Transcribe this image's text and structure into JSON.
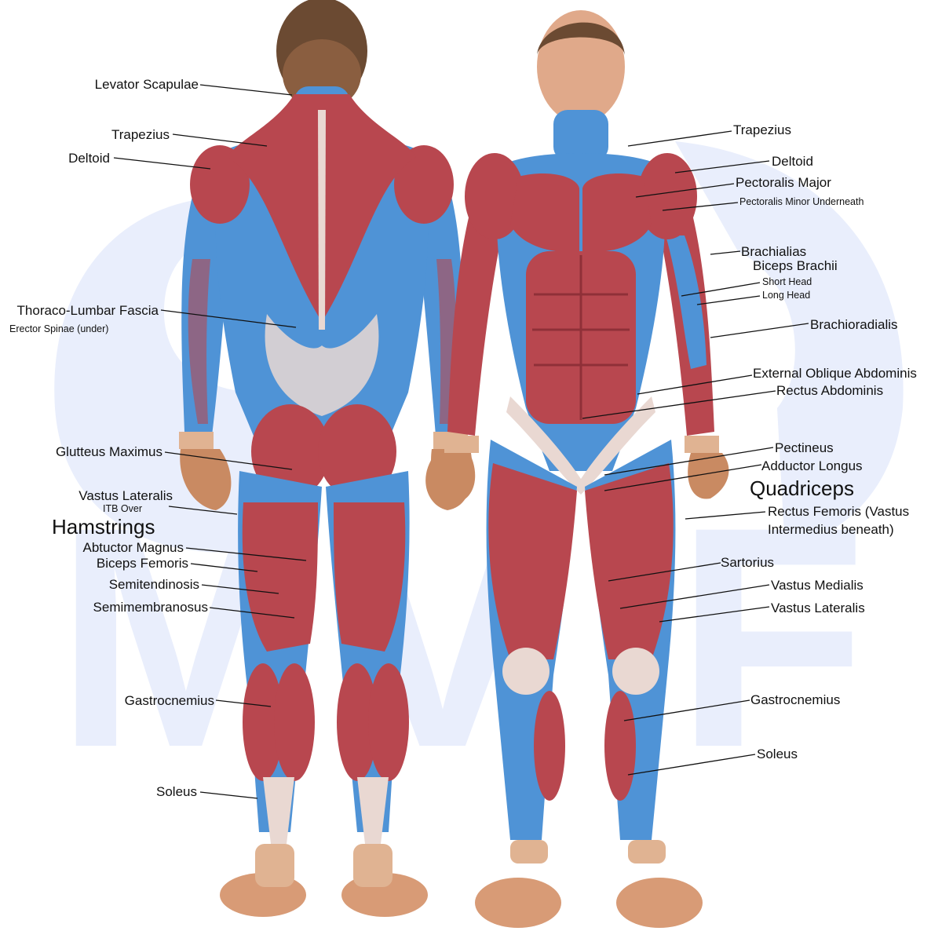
{
  "posterior_labels": {
    "levator_scapulae": "Levator Scapulae",
    "trapezius": "Trapezius",
    "deltoid": "Deltoid",
    "thoraco_lumbar_fascia": "Thoraco-Lumbar Fascia",
    "erector_spinae": "Erector Spinae (under)",
    "glutteus_maximus": "Glutteus Maximus",
    "vastus_lateralis": "Vastus Lateralis",
    "itb_over": "ITB Over",
    "hamstrings_group": "Hamstrings",
    "abtuctor_magnus": "Abtuctor Magnus",
    "biceps_femoris": "Biceps Femoris",
    "semitendinosis": "Semitendinosis",
    "semimembranosus": "Semimembranosus",
    "gastrocnemius": "Gastrocnemius",
    "soleus": "Soleus"
  },
  "anterior_labels": {
    "trapezius": "Trapezius",
    "deltoid": "Deltoid",
    "pectoralis_major": "Pectoralis Major",
    "pectoralis_minor": "Pectoralis Minor Underneath",
    "brachialias": "Brachialias",
    "biceps_brachii": "Biceps Brachii",
    "short_head": "Short Head",
    "long_head": "Long Head",
    "brachioradialis": "Brachioradialis",
    "external_oblique": "External Oblique Abdominis",
    "rectus_abdominis": "Rectus Abdominis",
    "pectineus": "Pectineus",
    "adductor_longus": "Adductor Longus",
    "quadriceps_group": "Quadriceps",
    "rectus_femoris": "Rectus Femoris (Vastus Intermedius beneath)",
    "sartorius": "Sartorius",
    "vastus_medialis": "Vastus Medialis",
    "vastus_lateralis": "Vastus Lateralis",
    "gastrocnemius": "Gastrocnemius",
    "soleus": "Soleus"
  },
  "watermark": {
    "letters": [
      "M",
      "V",
      "F"
    ],
    "color": "#e9eefc"
  },
  "colors": {
    "muscle_red": "#b8474f",
    "fascia_blue": "#4f93d6",
    "tendon": "#e9d8d2",
    "skin": "#d89b76",
    "hair": "#6b4a32",
    "leader_line": "#111111"
  }
}
